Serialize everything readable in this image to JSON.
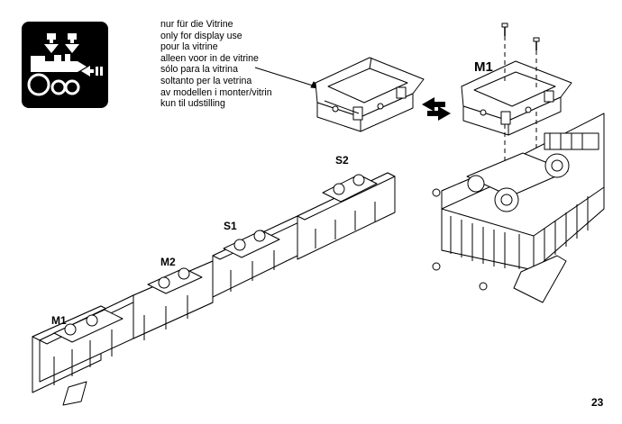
{
  "notice": {
    "lines": [
      "nur für die Vitrine",
      "only for display use",
      "pour la vitrine",
      "alleen voor in de vitrine",
      "sólo para la vitrina",
      "soltanto per la vetrina",
      "av modellen i monter/vitrin",
      "kun til udstilling"
    ]
  },
  "labels": {
    "m1_top": "M1",
    "m1": "M1",
    "m2": "M2",
    "s1": "S1",
    "s2": "S2"
  },
  "page_number": "23",
  "colors": {
    "badge": "#000000",
    "line": "#000000",
    "fill": "#ffffff"
  },
  "icons": {
    "badge": "locomotive-lights-icon",
    "exchange": "swap-arrows-icon"
  }
}
